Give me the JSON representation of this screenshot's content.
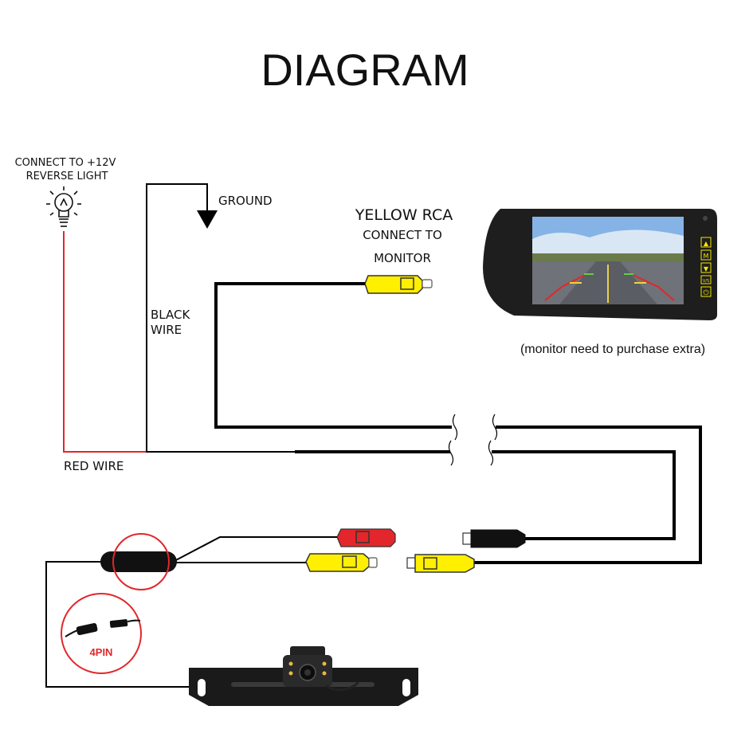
{
  "title": "DIAGRAM",
  "labels": {
    "reverse_light_line1": "CONNECT TO +12V",
    "reverse_light_line2": "REVERSE LIGHT",
    "ground": "GROUND",
    "black_wire_line1": "BLACK",
    "black_wire_line2": "WIRE",
    "red_wire": "RED WIRE",
    "yellow_rca": "YELLOW RCA",
    "connect_to_line1": "CONNECT TO",
    "connect_to_line2": "MONITOR",
    "monitor_note": "(monitor need to purchase extra)",
    "pin_callout": "4PIN"
  },
  "monitor": {
    "buttons": [
      "▲",
      "M",
      "▼",
      "V/S",
      "⏻"
    ]
  },
  "colors": {
    "wire": "#000000",
    "red_wire": "#e3262b",
    "rca_yellow": "#ffef00",
    "rca_red": "#e3262b",
    "rca_black": "#111111",
    "monitor_button": "#f2e600",
    "callout_ring": "#e3262b"
  },
  "icons": [
    "light-bulb-icon",
    "ground-arrow-icon"
  ]
}
